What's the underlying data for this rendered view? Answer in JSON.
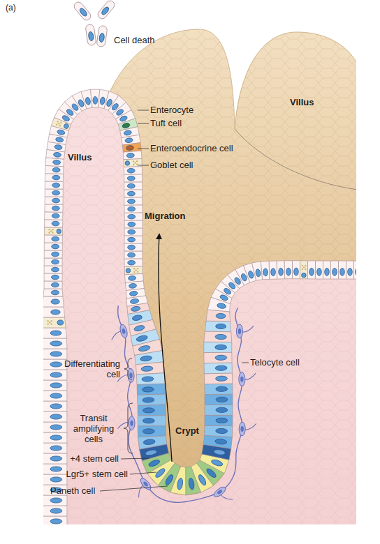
{
  "diagram": {
    "labels": [
      "(a)",
      "Cell death",
      "Villus",
      "Enterocyte",
      "Tuft cell",
      "Enteroendocrine cell",
      "Villus",
      "Goblet cell",
      "Migration",
      "Differentiating cell",
      "Telocyte cell",
      "Transit amplifying cells",
      "Crypt",
      "+4 stem cell",
      "Lgr5+ stem cell",
      "Paneth cell"
    ]
  }
}
